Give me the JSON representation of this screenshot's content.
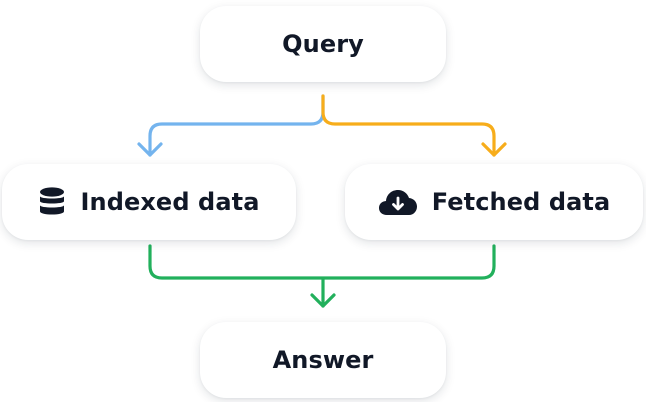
{
  "nodes": {
    "query": {
      "label": "Query"
    },
    "indexed": {
      "label": "Indexed data",
      "icon": "database-icon"
    },
    "fetched": {
      "label": "Fetched data",
      "icon": "cloud-download-icon"
    },
    "answer": {
      "label": "Answer"
    }
  },
  "colors": {
    "indexed_connector": "#74b4ee",
    "fetched_connector": "#f7ad1b",
    "answer_connector": "#22b05c",
    "text": "#111827"
  }
}
